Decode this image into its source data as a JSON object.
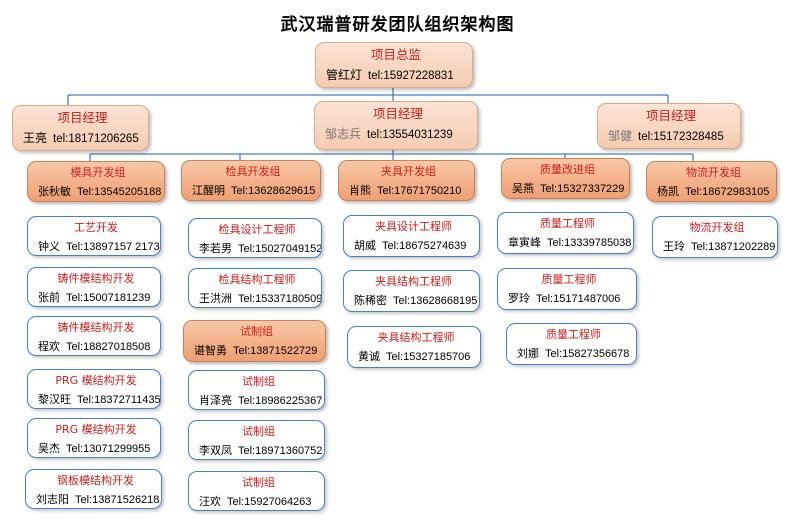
{
  "title": "武汉瑞普研发团队组织架构图",
  "director": {
    "role": "项目总监",
    "name": "管红灯",
    "tel": "tel:15927228831"
  },
  "managers": [
    {
      "role": "项目经理",
      "name": "王亮",
      "tel": "tel:18171206265"
    },
    {
      "role": "项目经理",
      "name": "邹志兵",
      "tel": "tel:13554031239"
    },
    {
      "role": "项目经理",
      "name": "邹健",
      "tel": "tel:15172328485"
    }
  ],
  "groups": [
    {
      "role": "模具开发组",
      "name": "张秋敏",
      "tel": "Tel:13545205188",
      "members": [
        {
          "role": "工艺开发",
          "name": "钟义",
          "tel": "Tel:13897157 2173"
        },
        {
          "role": "铸件模结构开发",
          "name": "张前",
          "tel": "Tel:15007181239"
        },
        {
          "role": "铸件模结构开发",
          "name": "程欢",
          "tel": "Tel:18827018508"
        },
        {
          "role": "PRG 模结构开发",
          "name": "黎汉旺",
          "tel": "Tel:18372711435"
        },
        {
          "role": "PRG 模结构开发",
          "name": "吴杰",
          "tel": "Tel:13071299955"
        },
        {
          "role": "钢板模结构开发",
          "name": "刘志阳",
          "tel": "Tel:13871526218"
        }
      ]
    },
    {
      "role": "检具开发组",
      "name": "江醒明",
      "tel": "Tel:13628629615",
      "members": [
        {
          "role": "检具设计工程师",
          "name": "李若男",
          "tel": "Tel:15027049152"
        },
        {
          "role": "检具结构工程师",
          "name": "王洪洲",
          "tel": "Tel:15337180509"
        }
      ],
      "subgroup": {
        "role": "试制组",
        "name": "谌智勇",
        "tel": "Tel:13871522729",
        "members": [
          {
            "role": "试制组",
            "name": "肖泽亮",
            "tel": "Tel:18986225367"
          },
          {
            "role": "试制组",
            "name": "李双凤",
            "tel": "Tel:18971360752"
          },
          {
            "role": "试制组",
            "name": "汪欢",
            "tel": "Tel:15927064263"
          }
        ]
      }
    },
    {
      "role": "夹具开发组",
      "name": "肖熊",
      "tel": "Tel:17671750210",
      "members": [
        {
          "role": "夹具设计工程师",
          "name": "胡威",
          "tel": "Tel:18675274639"
        },
        {
          "role": "夹具结构工程师",
          "name": "陈稀密",
          "tel": "Tel:13628668195"
        },
        {
          "role": "夹具结构工程师",
          "name": "黄诚",
          "tel": "Tel:15327185706"
        }
      ]
    },
    {
      "role": "质量改进组",
      "name": "吴燕",
      "tel": "Tel:15327337229",
      "members": [
        {
          "role": "质量工程师",
          "name": "章寅峰",
          "tel": "Tel:13339785038"
        },
        {
          "role": "质量工程师",
          "name": "罗玲",
          "tel": "Tel:15171487006"
        },
        {
          "role": "质量工程师",
          "name": "刘娜",
          "tel": "Tel:15827356678"
        }
      ]
    },
    {
      "role": "物流开发组",
      "name": "杨凯",
      "tel": "Tel:18672983105",
      "members": [
        {
          "role": "物流开发组",
          "name": "王玲",
          "tel": "Tel:13871202289"
        }
      ]
    }
  ]
}
